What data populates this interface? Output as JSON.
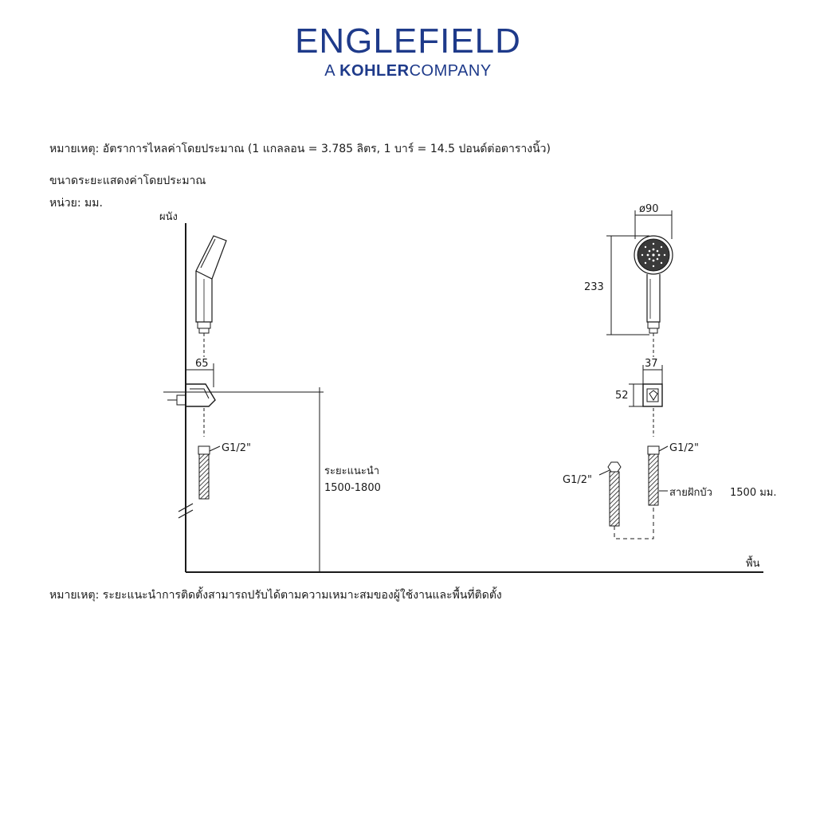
{
  "brand": {
    "name": "ENGLEFIELD",
    "prefix": "A",
    "company_bold": "KOHLER",
    "company_suffix": "COMPANY",
    "color": "#1e3a8a"
  },
  "notes": {
    "flow_rate": "หมายเหตุ: อัตราการไหลค่าโดยประมาณ (1 แกลลอน = 3.785 ลิตร, 1 บาร์ = 14.5 ปอนด์ต่อตารางนิ้ว)",
    "approx_dimensions": "ขนาดระยะแสดงค่าโดยประมาณ",
    "unit": "หน่วย: มม.",
    "installation": "หมายเหตุ: ระยะแนะนำการติดตั้งสามารถปรับได้ตามความเหมาะสมของผู้ใช้งานและพื้นที่ติดตั้ง"
  },
  "left_view": {
    "wall_label": "ผนัง",
    "holder_width": "65",
    "thread_label": "G1/2\"",
    "recommended_label": "ระยะแนะนำ",
    "recommended_range": "1500-1800",
    "floor_label": "พื้น"
  },
  "right_view": {
    "head_diameter": "ø90",
    "head_length": "233",
    "holder_width": "37",
    "holder_height": "52",
    "thread_top": "G1/2\"",
    "thread_left": "G1/2\"",
    "hose_label": "สายฝักบัว",
    "hose_length": "1500 มม."
  }
}
